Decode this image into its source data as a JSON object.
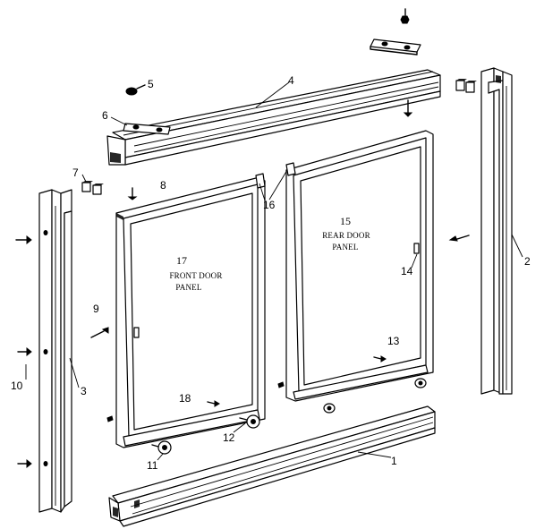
{
  "labels": {
    "n1": "1",
    "n2": "2",
    "n3": "3",
    "n4": "4",
    "n5": "5",
    "n6": "6",
    "n7": "7",
    "n8": "8",
    "n9": "9",
    "n10": "10",
    "n11": "11",
    "n12": "12",
    "n13": "13",
    "n14": "14",
    "n15": "15",
    "n16": "16",
    "n17": "17",
    "n18": "18"
  },
  "panels": {
    "front_number": "17",
    "front_line1": "FRONT DOOR",
    "front_line2": "PANEL",
    "rear_number": "15",
    "rear_line1": "REAR DOOR",
    "rear_line2": "PANEL"
  }
}
